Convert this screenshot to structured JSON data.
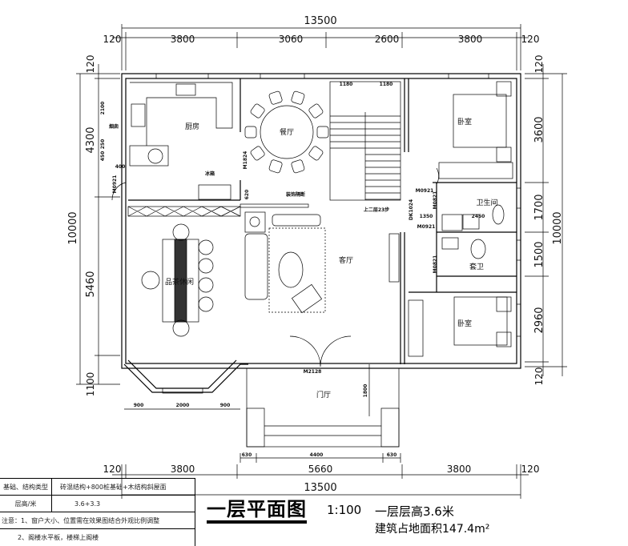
{
  "dims": {
    "top_total": "13500",
    "top_segments": [
      "120",
      "3800",
      "3060",
      "2600",
      "3800",
      "120"
    ],
    "bottom_segments": [
      "120",
      "3800",
      "5660",
      "3800",
      "120"
    ],
    "bottom_total": "13500",
    "porch_segments": [
      "630",
      "4400",
      "630"
    ],
    "left_segments": [
      "120",
      "4300",
      "5460",
      "1100"
    ],
    "left_total": "10000",
    "right_segments": [
      "120",
      "3600",
      "1700",
      "1500",
      "2960",
      "120"
    ],
    "right_total": "10000",
    "bay_segments": [
      "900",
      "2000",
      "900"
    ],
    "kitchen_small": [
      "2100",
      "250",
      "450",
      "400"
    ],
    "misc": {
      "d620": "620",
      "d1350": "1350",
      "d2450": "2450",
      "d1800": "1800",
      "stair_w1": "1180",
      "stair_w2": "1180"
    }
  },
  "rooms": {
    "kitchen": "厨房",
    "dining": "餐厅",
    "bedroom1": "卧室",
    "bathroom": "卫生间",
    "ensuite": "套卫",
    "bedroom2": "卧室",
    "living": "客厅",
    "tea": "品茶休闲",
    "foyer": "门厅"
  },
  "doors": {
    "kitchen_door": "M0921",
    "dining_door": "M1824",
    "bed1_door": "M0921",
    "bath_door": "M0821",
    "dk": "DK1024",
    "bath2_door": "M0921",
    "ensuite_door": "M0821",
    "main_door": "M2128"
  },
  "notes": {
    "stairs": "上二层23步",
    "fridge": "冰箱",
    "partition": "装饰隔断",
    "chimney": "烟囱"
  },
  "info_table": [
    {
      "label": "基础、结构类型",
      "value": "砖混结构+800桩基础+木结构斜屋面"
    },
    {
      "label": "层高/米",
      "value": "3.6+3.3"
    },
    {
      "note": "注意：1、窗户大小、位置需在效果图结合外观比例调整"
    },
    {
      "note": "2、阁楼水平板，楼梯上阁楼"
    }
  ],
  "title": {
    "name": "一层平面图",
    "scale": "1:100",
    "floor_height": "一层层高3.6米",
    "area": "建筑占地面积147.4m²"
  }
}
